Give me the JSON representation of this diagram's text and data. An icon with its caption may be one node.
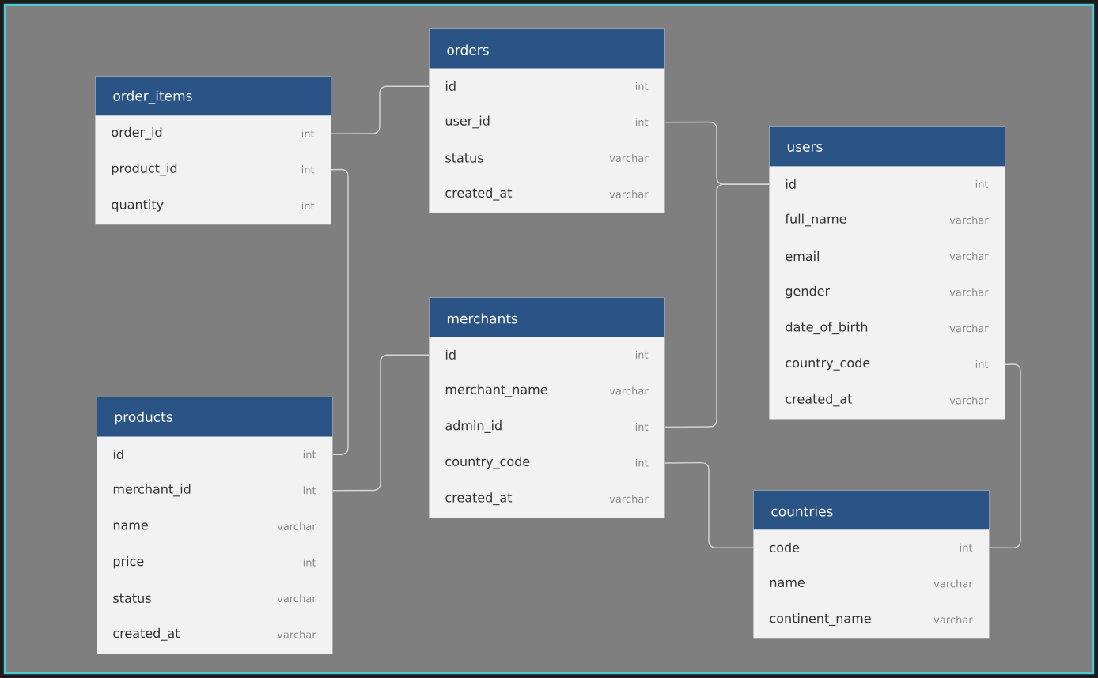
{
  "diagram": {
    "nodes": [
      {
        "text": [
          "orders"
        ]
      },
      {
        "text": [
          "id",
          "int"
        ],
        "in": 0
      },
      {
        "text": [
          "user_id",
          "int"
        ],
        "in": 0
      },
      {
        "text": [
          "status",
          "varchar"
        ],
        "in": 0
      },
      {
        "text": [
          "created_at",
          "varchar"
        ],
        "in": 0
      },
      {
        "text": [
          "order_items"
        ]
      },
      {
        "text": [
          "order_id",
          "int"
        ],
        "in": 5
      },
      {
        "text": [
          "product_id",
          "int"
        ],
        "in": 5
      },
      {
        "text": [
          "quantity",
          "int"
        ],
        "in": 5
      },
      {
        "text": [
          "users"
        ]
      },
      {
        "text": [
          "id",
          "int"
        ],
        "in": 9
      },
      {
        "text": [
          "full_name",
          "varchar"
        ],
        "in": 9
      },
      {
        "text": [
          "email",
          "varchar"
        ],
        "in": 9
      },
      {
        "text": [
          "gender",
          "varchar"
        ],
        "in": 9
      },
      {
        "text": [
          "date_of_birth",
          "varchar"
        ],
        "in": 9
      },
      {
        "text": [
          "country_code",
          "int"
        ],
        "in": 9
      },
      {
        "text": [
          "created_at",
          "varchar"
        ],
        "in": 9
      },
      {
        "text": [
          "merchants"
        ]
      },
      {
        "text": [
          "id",
          "int"
        ],
        "in": 17
      },
      {
        "text": [
          "merchant_name",
          "varchar"
        ],
        "in": 17
      },
      {
        "text": [
          "admin_id",
          "int"
        ],
        "in": 17
      },
      {
        "text": [
          "country_code",
          "int"
        ],
        "in": 17
      },
      {
        "text": [
          "created_at",
          "varchar"
        ],
        "in": 17
      },
      {
        "text": [
          "products"
        ]
      },
      {
        "text": [
          "id",
          "int"
        ],
        "in": 23
      },
      {
        "text": [
          "merchant_id",
          "int"
        ],
        "in": 23
      },
      {
        "text": [
          "name",
          "varchar"
        ],
        "in": 23
      },
      {
        "text": [
          "price",
          "int"
        ],
        "in": 23
      },
      {
        "text": [
          "status",
          "varchar"
        ],
        "in": 23
      },
      {
        "text": [
          "created_at",
          "varchar"
        ],
        "in": 23
      },
      {
        "text": [
          "countries"
        ]
      },
      {
        "text": [
          "code",
          "int"
        ],
        "in": 30
      },
      {
        "text": [
          "name",
          "varchar"
        ],
        "in": 30
      },
      {
        "text": [
          "continent_name",
          "varchar"
        ],
        "in": 30
      }
    ],
    "edges": [
      {
        "from": 6,
        "to": 1,
        "arrow": "none"
      },
      {
        "from": 7,
        "to": 24,
        "arrow": "none"
      },
      {
        "from": 2,
        "to": 10,
        "arrow": "none"
      },
      {
        "from": 20,
        "to": 10,
        "arrow": "none"
      },
      {
        "from": 25,
        "to": 18,
        "arrow": "none"
      },
      {
        "from": 21,
        "to": 31,
        "arrow": "none"
      },
      {
        "from": 15,
        "to": 31,
        "arrow": "none"
      }
    ]
  }
}
